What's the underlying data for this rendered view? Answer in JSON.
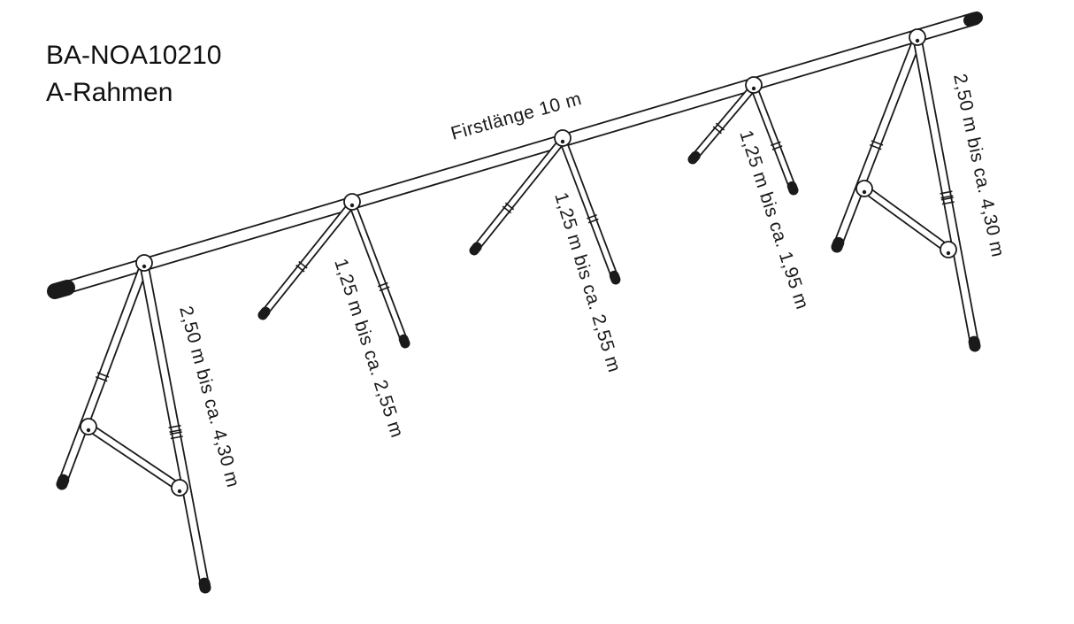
{
  "title": {
    "code": "BA-NOA10210",
    "name": "A-Rahmen"
  },
  "labels": {
    "ridge": "Firstlänge 10 m",
    "left_a_frame": "2,50 m bis ca. 4,30 m",
    "support_1": "1,25 m bis ca. 2,55 m",
    "support_2": "1,25 m bis ca. 2,55 m",
    "support_3": "1,25 m bis ca. 1,95 m",
    "right_a_frame": "2,50 m bis ca. 4,30 m"
  },
  "colors": {
    "line": "#1a1a1a",
    "fill": "#ffffff"
  }
}
